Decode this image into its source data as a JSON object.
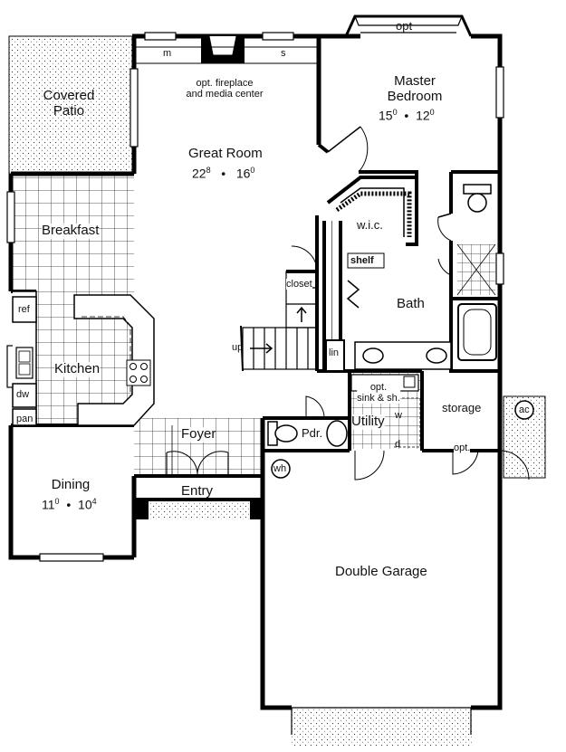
{
  "rooms": {
    "covered_patio": [
      "Covered",
      "Patio"
    ],
    "great_room": {
      "name": "Great Room",
      "w_ft": "22",
      "w_in": "8",
      "sep": "•",
      "d_ft": "16",
      "d_in": "0"
    },
    "master_bedroom": {
      "name": [
        "Master",
        "Bedroom"
      ],
      "w_ft": "15",
      "w_in": "0",
      "sep": "•",
      "d_ft": "12",
      "d_in": "0"
    },
    "breakfast": "Breakfast",
    "kitchen": "Kitchen",
    "foyer": "Foyer",
    "entry": "Entry",
    "dining": {
      "name": "Dining",
      "w_ft": "11",
      "w_in": "0",
      "sep": "•",
      "d_ft": "10",
      "d_in": "4"
    },
    "bath": "Bath",
    "wic": "w.i.c.",
    "utility": "Utility",
    "powder": "Pdr.",
    "storage": "storage",
    "double_garage": "Double Garage"
  },
  "labels": {
    "opt_top": "opt",
    "m": "m",
    "s": "s",
    "fireplace": [
      "opt. fireplace",
      "and media center"
    ],
    "shelf": "shelf",
    "closet": "closet",
    "up": "up",
    "lin": "lin",
    "ref": "ref",
    "dw": "dw",
    "pan": "pan",
    "sink": [
      "opt.",
      "sink & sh."
    ],
    "w": "w",
    "d": "d",
    "opt_garage": "opt.",
    "ac": "ac",
    "wh": "wh"
  }
}
